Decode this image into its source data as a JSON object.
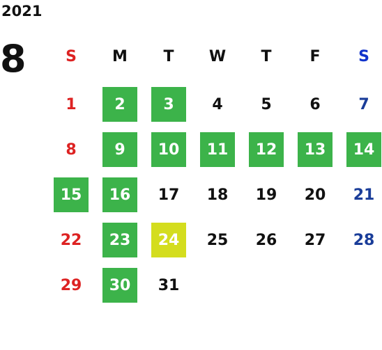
{
  "calendar": {
    "year": "2021",
    "month": "8",
    "weekdays": [
      "S",
      "M",
      "T",
      "W",
      "T",
      "F",
      "S"
    ],
    "first_weekday_index": 0,
    "days_in_month": 31,
    "highlighted_days": [
      2,
      3,
      9,
      10,
      11,
      12,
      13,
      14,
      15,
      16,
      23,
      30
    ],
    "today": 24
  },
  "colors": {
    "sunday": "#dd2222",
    "saturday": "#1a3d99",
    "saturday_header": "#1133cc",
    "weekday": "#111111",
    "highlight_bg": "#3cb34a",
    "highlight_text": "#ffffff",
    "today_bg": "#d4dd1e"
  }
}
